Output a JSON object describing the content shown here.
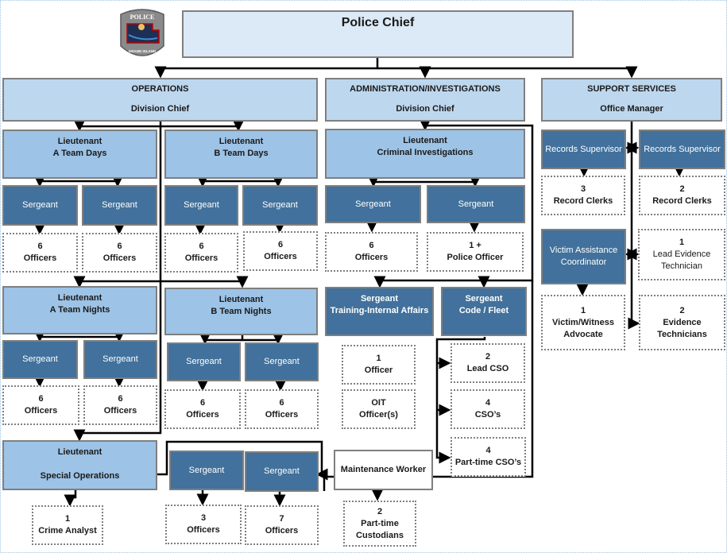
{
  "logo": {
    "top_text": "POLICE",
    "bottom_text": "GRAND ISLAND",
    "icon": "police-badge-icon"
  },
  "chief": {
    "title": "Police Chief"
  },
  "operations": {
    "division": "OPERATIONS",
    "head": "Division Chief",
    "lt_a_days": {
      "line1": "Lieutenant",
      "line2": "A Team Days"
    },
    "lt_b_days": {
      "line1": "Lieutenant",
      "line2": "B Team Days"
    },
    "lt_a_nights": {
      "line1": "Lieutenant",
      "line2": "A Team Nights"
    },
    "lt_b_nights": {
      "line1": "Lieutenant",
      "line2": "B Team Nights"
    },
    "lt_special": {
      "line1": "Lieutenant",
      "line2": "Special Operations"
    },
    "sergeant_label": "Sergeant",
    "officers_label": "Officers",
    "a_days_counts": [
      "6",
      "6"
    ],
    "b_days_counts": [
      "6",
      "6"
    ],
    "a_nights_counts": [
      "6",
      "6"
    ],
    "b_nights_counts": [
      "6",
      "6"
    ],
    "special_counts": [
      "3",
      "7"
    ],
    "crime_analyst": {
      "count": "1",
      "label": "Crime Analyst"
    }
  },
  "admin": {
    "division": "ADMINISTRATION/INVESTIGATIONS",
    "head": "Division Chief",
    "lt_ci": {
      "line1": "Lieutenant",
      "line2": "Criminal Investigations"
    },
    "sergeant_label": "Sergeant",
    "ci_staff": [
      {
        "count": "6",
        "label": "Officers"
      },
      {
        "count": "1 +",
        "label": "Police Officer"
      }
    ],
    "sgt_training": {
      "line1": "Sergeant",
      "line2": "Training-Internal Affairs"
    },
    "sgt_code": {
      "line1": "Sergeant",
      "line2": "Code / Fleet"
    },
    "training_staff": [
      {
        "count": "1",
        "label": "Officer"
      },
      {
        "count": "OIT",
        "label": "Officer(s)"
      }
    ],
    "code_staff": [
      {
        "count": "2",
        "label": "Lead CSO"
      },
      {
        "count": "4",
        "label": "CSO’s"
      },
      {
        "count": "4",
        "label": "Part-time CSO’s"
      }
    ],
    "maintenance": {
      "title": "Maintenance Worker",
      "count": "2",
      "line1": "Part-time",
      "line2": "Custodians"
    }
  },
  "support": {
    "division": "SUPPORT SERVICES",
    "head": "Office Manager",
    "records_sup_label": "Records Supervisor",
    "records_left": {
      "count": "3",
      "label": "Record Clerks"
    },
    "records_right": {
      "count": "2",
      "label": "Record Clerks"
    },
    "victim_coord": {
      "line1": "Victim Assistance",
      "line2": "Coordinator"
    },
    "victim_advocate": {
      "count": "1",
      "line1": "Victim/Witness",
      "line2": "Advocate"
    },
    "lead_evidence": {
      "count": "1",
      "line1": "Lead Evidence",
      "line2": "Technician"
    },
    "evidence_techs": {
      "count": "2",
      "line1": "Evidence",
      "line2": "Technicians"
    }
  }
}
